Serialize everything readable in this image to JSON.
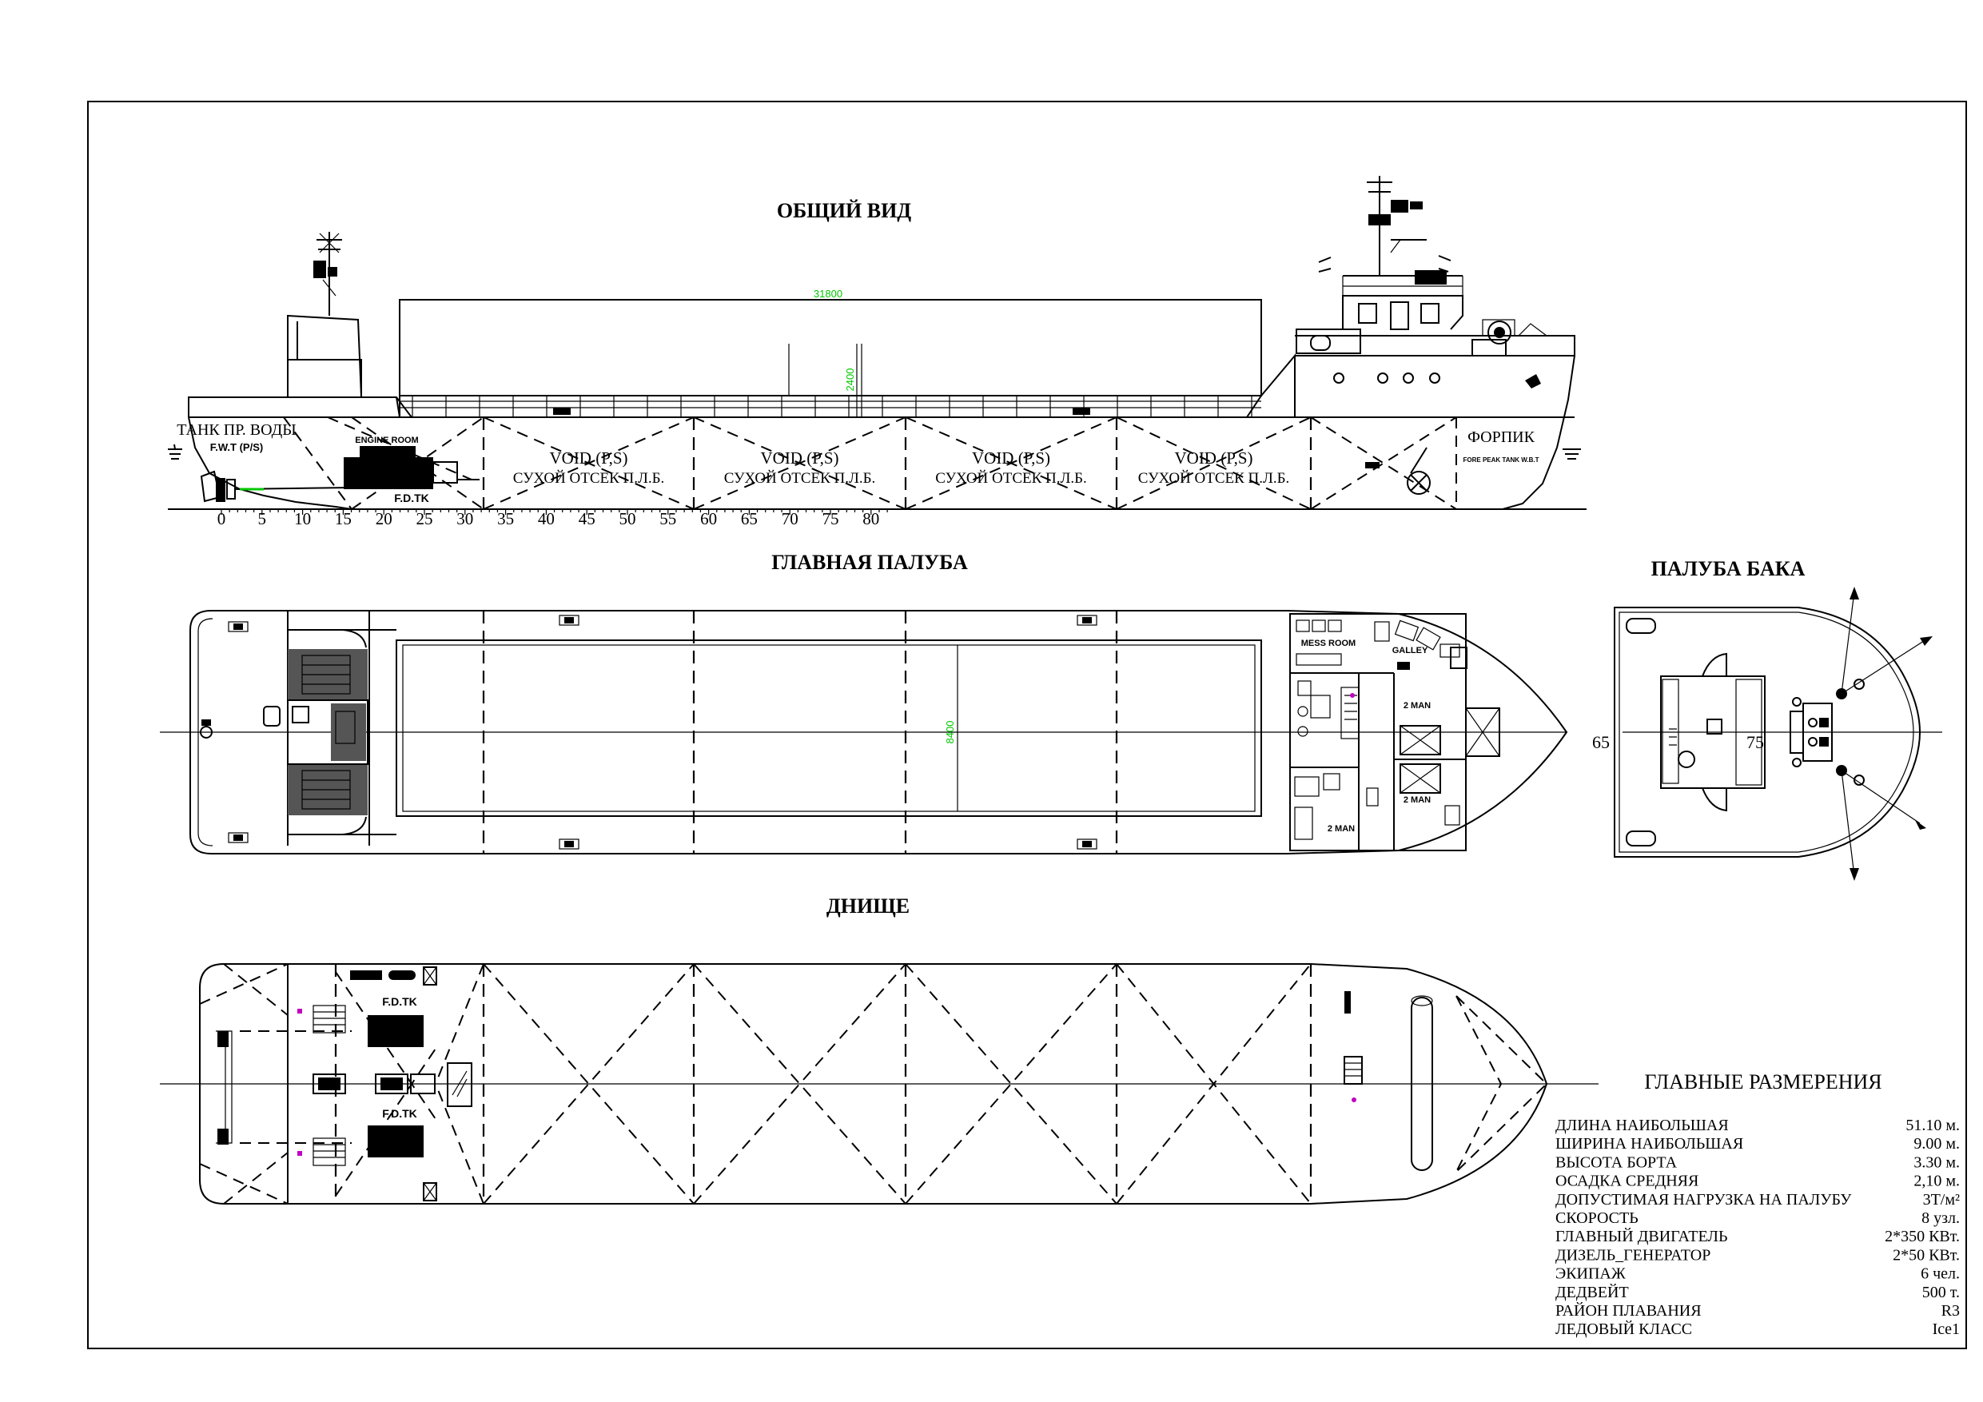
{
  "views": {
    "profile_title": "ОБЩИЙ ВИД",
    "main_deck_title": "ГЛАВНАЯ ПАЛУБА",
    "forecastle_title": "ПАЛУБА БАКА",
    "bottom_title": "ДНИЩЕ"
  },
  "profile": {
    "aft_tank_label": "ТАНК ПР. ВОДЫ",
    "aft_tank_code": "F.W.T (P/S)",
    "engine_room": "ENGINE ROOM",
    "fuel_tank": "F.D.TK",
    "void_label": "VOID (P,S)",
    "void_ru": "СУХОЙ ОТСЕК П.Л.Б.",
    "forepeak_label": "ФОРПИК",
    "forepeak_code": "FORE PEAK TANK W.B.T",
    "hold_length_dim": "31800",
    "hold_height_dim": "2400",
    "frame_numbers": [
      "0",
      "5",
      "10",
      "15",
      "20",
      "25",
      "30",
      "35",
      "40",
      "45",
      "50",
      "55",
      "60",
      "65",
      "70",
      "75",
      "80"
    ]
  },
  "main_deck": {
    "mess_room": "MESS ROOM",
    "galley": "GALLEY",
    "cabin_label": "2 MAN",
    "hatch_width_dim": "8400"
  },
  "forecastle": {
    "frame_65": "65",
    "frame_75": "75"
  },
  "bottom": {
    "fuel_tank": "F.D.TK"
  },
  "specs": {
    "title": "ГЛАВНЫЕ РАЗМЕРЕНИЯ",
    "rows": [
      {
        "label": "ДЛИНА НАИБОЛЬШАЯ",
        "value": "51.10 м."
      },
      {
        "label": "ШИРИНА НАИБОЛЬШАЯ",
        "value": "9.00 м."
      },
      {
        "label": "ВЫСОТА БОРТА",
        "value": "3.30 м."
      },
      {
        "label": "ОСАДКА СРЕДНЯЯ",
        "value": "2,10 м."
      },
      {
        "label": "ДОПУСТИМАЯ НАГРУЗКА НА ПАЛУБУ",
        "value": "3Т/м²"
      },
      {
        "label": "СКОРОСТЬ",
        "value": "8 узл."
      },
      {
        "label": "ГЛАВНЫЙ ДВИГАТЕЛЬ",
        "value": "2*350 КВт."
      },
      {
        "label": "ДИЗЕЛЬ_ГЕНЕРАТОР",
        "value": "2*50 КВт."
      },
      {
        "label": "ЭКИПАЖ",
        "value": "6 чел."
      },
      {
        "label": "ДЕДВЕЙТ",
        "value": "500 т."
      },
      {
        "label": "РАЙОН ПЛАВАНИЯ",
        "value": "R3"
      },
      {
        "label": "ЛЕДОВЫЙ КЛАСС",
        "value": "Ice1"
      }
    ]
  }
}
